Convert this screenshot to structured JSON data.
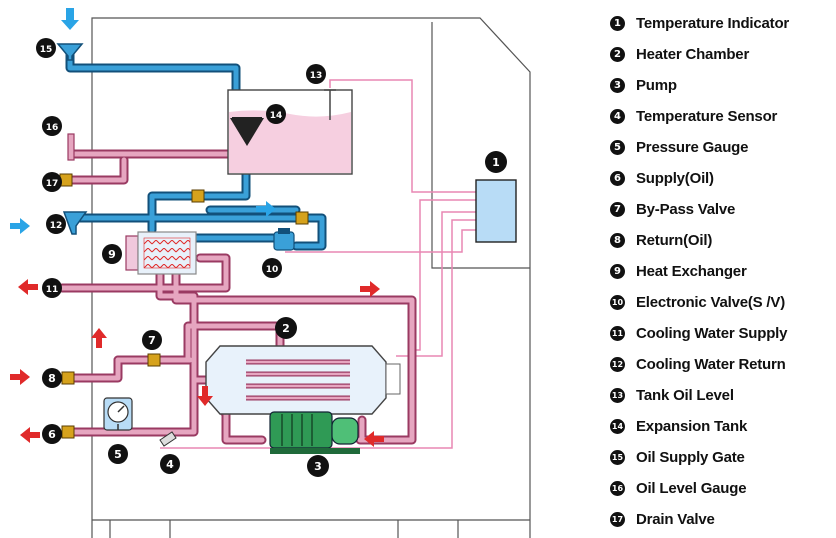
{
  "legend": [
    {
      "num": "1",
      "label": "Temperature Indicator"
    },
    {
      "num": "2",
      "label": "Heater Chamber"
    },
    {
      "num": "3",
      "label": "Pump"
    },
    {
      "num": "4",
      "label": "Temperature Sensor"
    },
    {
      "num": "5",
      "label": "Pressure Gauge"
    },
    {
      "num": "6",
      "label": "Supply(Oil)"
    },
    {
      "num": "7",
      "label": "By-Pass Valve"
    },
    {
      "num": "8",
      "label": "Return(Oil)"
    },
    {
      "num": "9",
      "label": "Heat Exchanger"
    },
    {
      "num": "10",
      "label": "Electronic Valve(S /V)"
    },
    {
      "num": "11",
      "label": "Cooling Water Supply"
    },
    {
      "num": "12",
      "label": "Cooling Water Return"
    },
    {
      "num": "13",
      "label": "Tank Oil Level"
    },
    {
      "num": "14",
      "label": "Expansion Tank"
    },
    {
      "num": "15",
      "label": "Oil Supply Gate"
    },
    {
      "num": "16",
      "label": "Oil Level Gauge"
    },
    {
      "num": "17",
      "label": "Drain Valve"
    }
  ],
  "markers": {
    "m1": "1",
    "m2": "2",
    "m3": "3",
    "m4": "4",
    "m5": "5",
    "m6": "6",
    "m7": "7",
    "m8": "8",
    "m9": "9",
    "m10": "10",
    "m11": "11",
    "m12": "12",
    "m13": "13",
    "m14": "14",
    "m15": "15",
    "m16": "16",
    "m17": "17"
  },
  "colors": {
    "oil_pipe": "#e6a6c0",
    "oil_pipe_edge": "#9a3a62",
    "water_pipe": "#3aa0d8",
    "water_pipe_edge": "#12507a",
    "signal_line": "#e987b3",
    "flow_arrow": "#e02a2a",
    "water_arrow": "#2aa4e6",
    "indicator_box": "#b8dcf6",
    "tank_fill": "#f6cfe0",
    "pump_color": "#2f9a55",
    "valve_color": "#d6a21c"
  }
}
